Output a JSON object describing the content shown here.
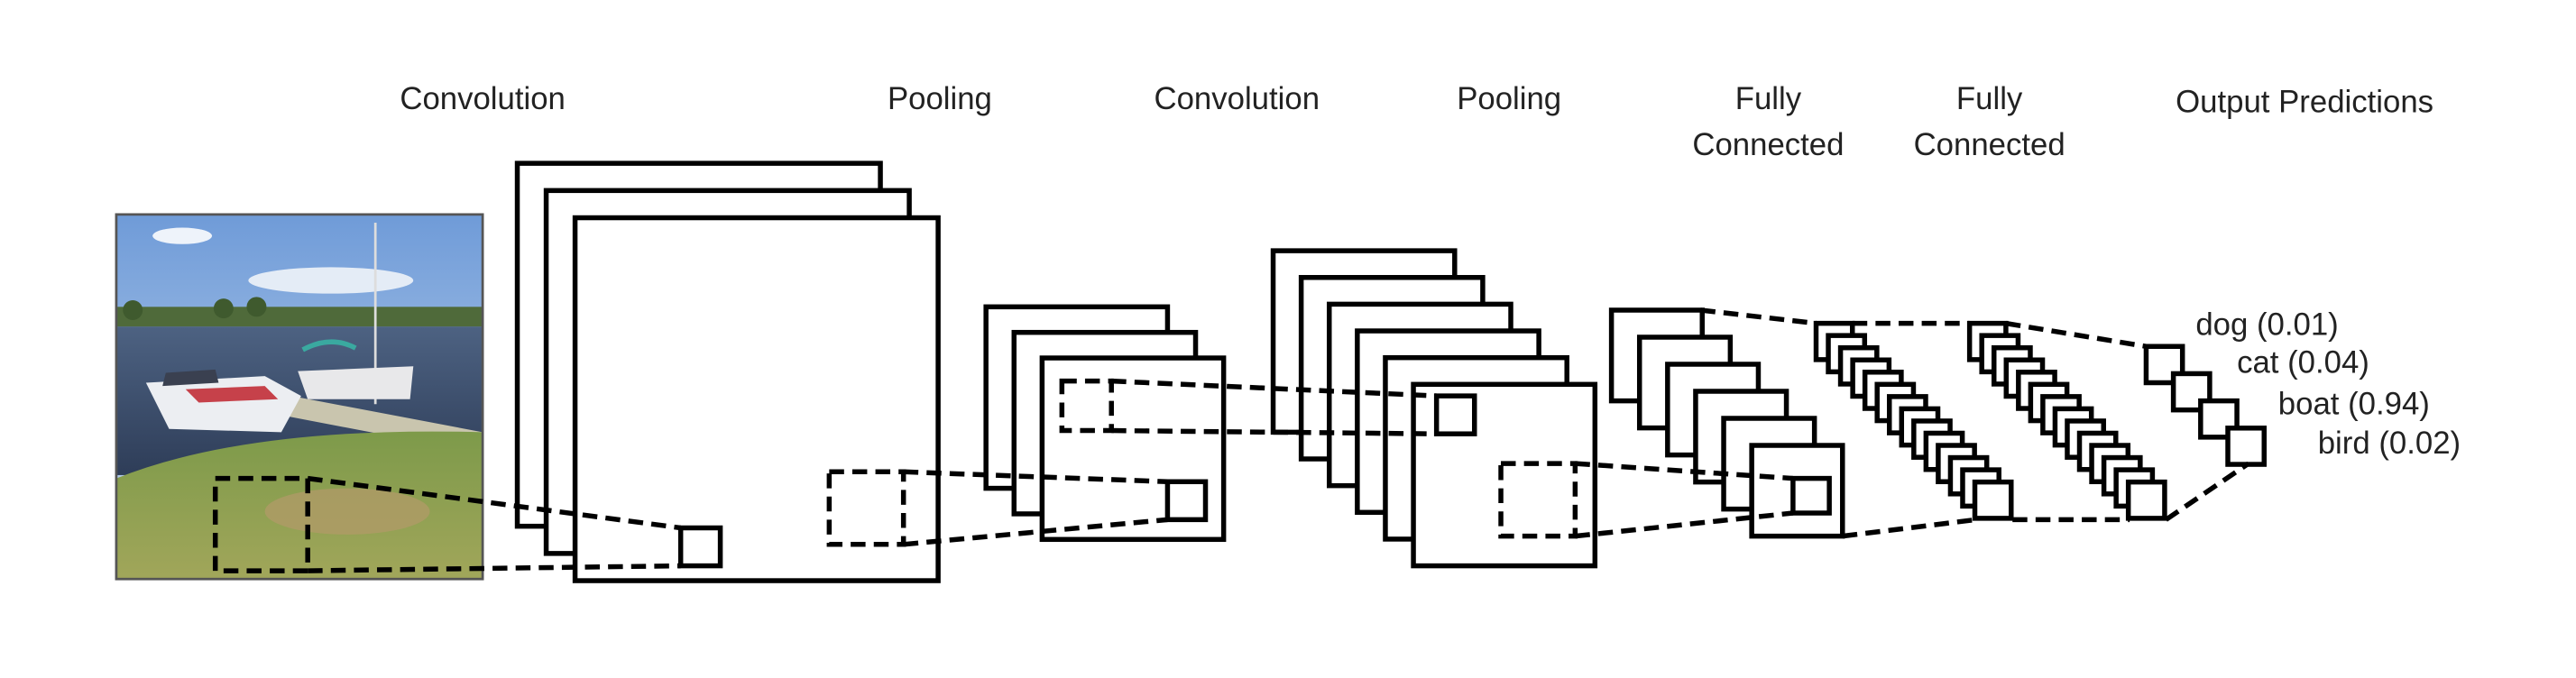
{
  "stages": [
    {
      "label": "Convolution"
    },
    {
      "label": "Pooling"
    },
    {
      "label": "Convolution"
    },
    {
      "label": "Pooling"
    },
    {
      "label_line1": "Fully",
      "label_line2": "Connected"
    },
    {
      "label_line1": "Fully",
      "label_line2": "Connected"
    },
    {
      "label": "Output Predictions"
    }
  ],
  "predictions": [
    {
      "text": "dog (0.01)",
      "class": "dog",
      "probability": 0.01
    },
    {
      "text": "cat (0.04)",
      "class": "cat",
      "probability": 0.04
    },
    {
      "text": "boat (0.94)",
      "class": "boat",
      "probability": 0.94
    },
    {
      "text": "bird (0.02)",
      "class": "bird",
      "probability": 0.02
    }
  ]
}
